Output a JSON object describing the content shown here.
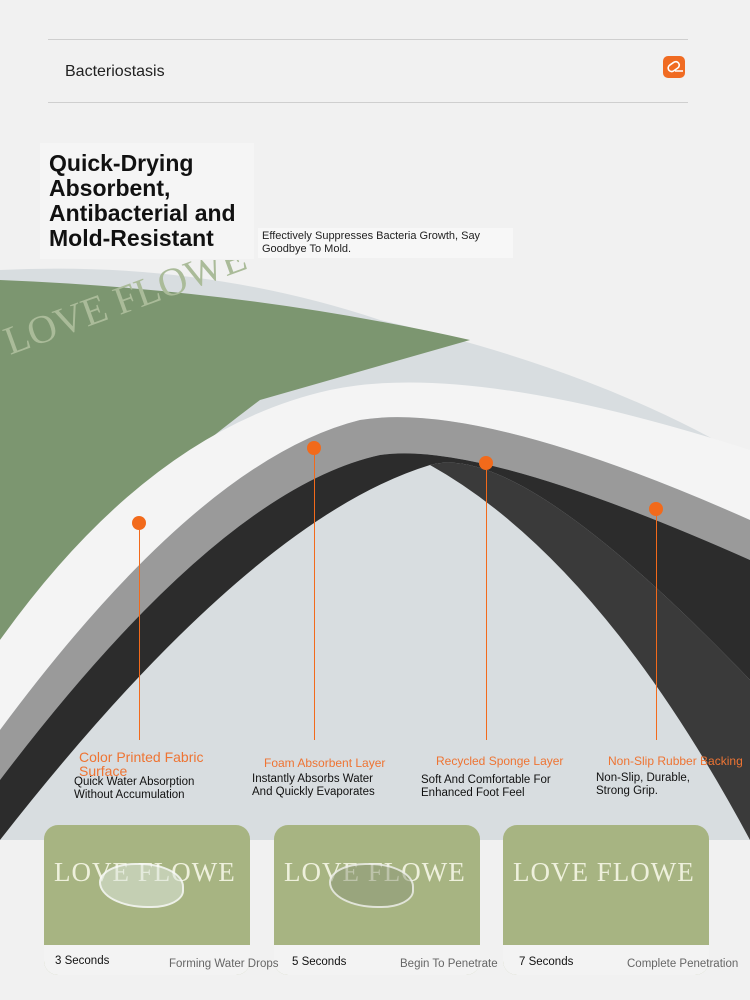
{
  "feature_bar": {
    "label": "Bacteriostasis",
    "icon": "capsule-icon",
    "accent": "#f06b22"
  },
  "headline": "Quick-Drying Absorbent, Antibacterial and Mold-Resistant",
  "subheadline": "Effectively Suppresses Bacteria Growth, Say Goodbye To Mold.",
  "mat_print": "LOVE FLOWE",
  "layers": [
    {
      "title": "Color Printed Fabric Surface",
      "desc": "Quick Water Absorption Without Accumulation"
    },
    {
      "title": "Foam Absorbent Layer",
      "desc": "Instantly Absorbs Water And Quickly Evaporates"
    },
    {
      "title": "Recycled Sponge Layer",
      "desc": "Soft And Comfortable For Enhanced Foot Feel"
    },
    {
      "title": "Non-Slip Rubber Backing",
      "desc": "Non-Slip, Durable, Strong Grip."
    }
  ],
  "stages": [
    {
      "time": "3 Seconds",
      "desc": "Forming Water Drops"
    },
    {
      "time": "5 Seconds",
      "desc": "Begin To Penetrate"
    },
    {
      "time": "7 Seconds",
      "desc": "Complete Penetration"
    }
  ]
}
